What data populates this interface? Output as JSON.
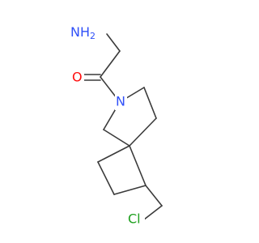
{
  "molecule": {
    "atoms": {
      "amino": {
        "text": "NH",
        "sub": "2",
        "color": "#3050F8"
      },
      "oxygen": {
        "text": "O",
        "color": "#FF0D0D"
      },
      "ring_n": {
        "text": "N",
        "color": "#3050F8"
      },
      "chlorine": {
        "text": "Cl",
        "color": "#1FA01F"
      }
    },
    "bond_color": "#3a3a3a"
  }
}
